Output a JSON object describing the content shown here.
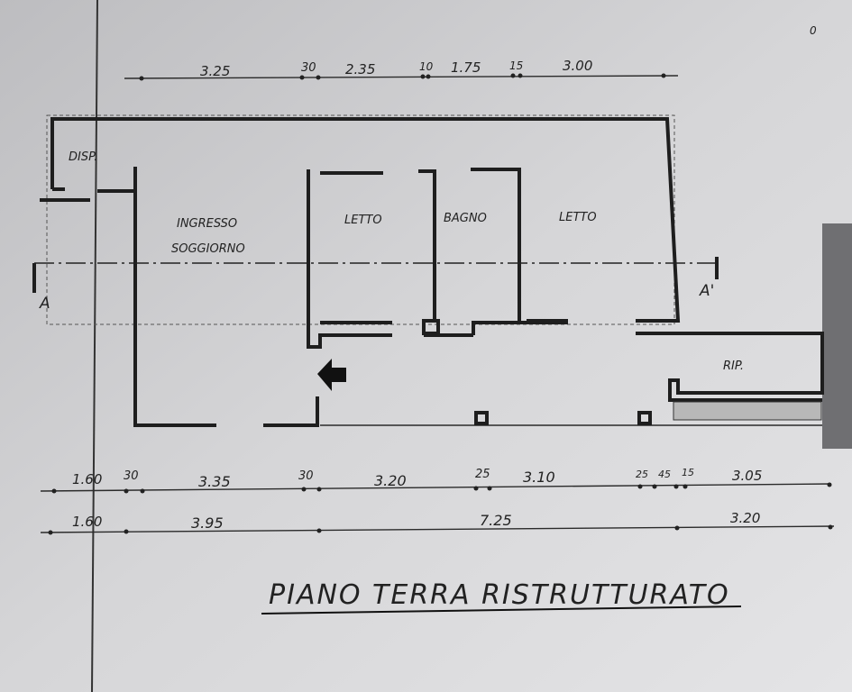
{
  "page_number": "0",
  "title": "PIANO TERRA RISTRUTTURATO",
  "rooms": {
    "disp": "DISP.",
    "ingresso": "INGRESSO",
    "soggiorno": "SOGGIORNO",
    "letto1": "LETTO",
    "bagno": "BAGNO",
    "letto2": "LETTO",
    "rip": "RIP."
  },
  "section": {
    "left": "A",
    "right": "A'"
  },
  "dimensions": {
    "top": [
      "3.25",
      "30",
      "2.35",
      "10",
      "1.75",
      "15",
      "3.00"
    ],
    "bottom_row1": [
      "1.60",
      "30",
      "3.35",
      "30",
      "3.20",
      "25",
      "3.10",
      "25",
      "45",
      "15",
      "3.05"
    ],
    "bottom_row2": [
      "1.60",
      "3.95",
      "7.25",
      "3.20"
    ]
  },
  "colors": {
    "paper": "#cfcfd1",
    "ink": "#1e1e1e"
  }
}
